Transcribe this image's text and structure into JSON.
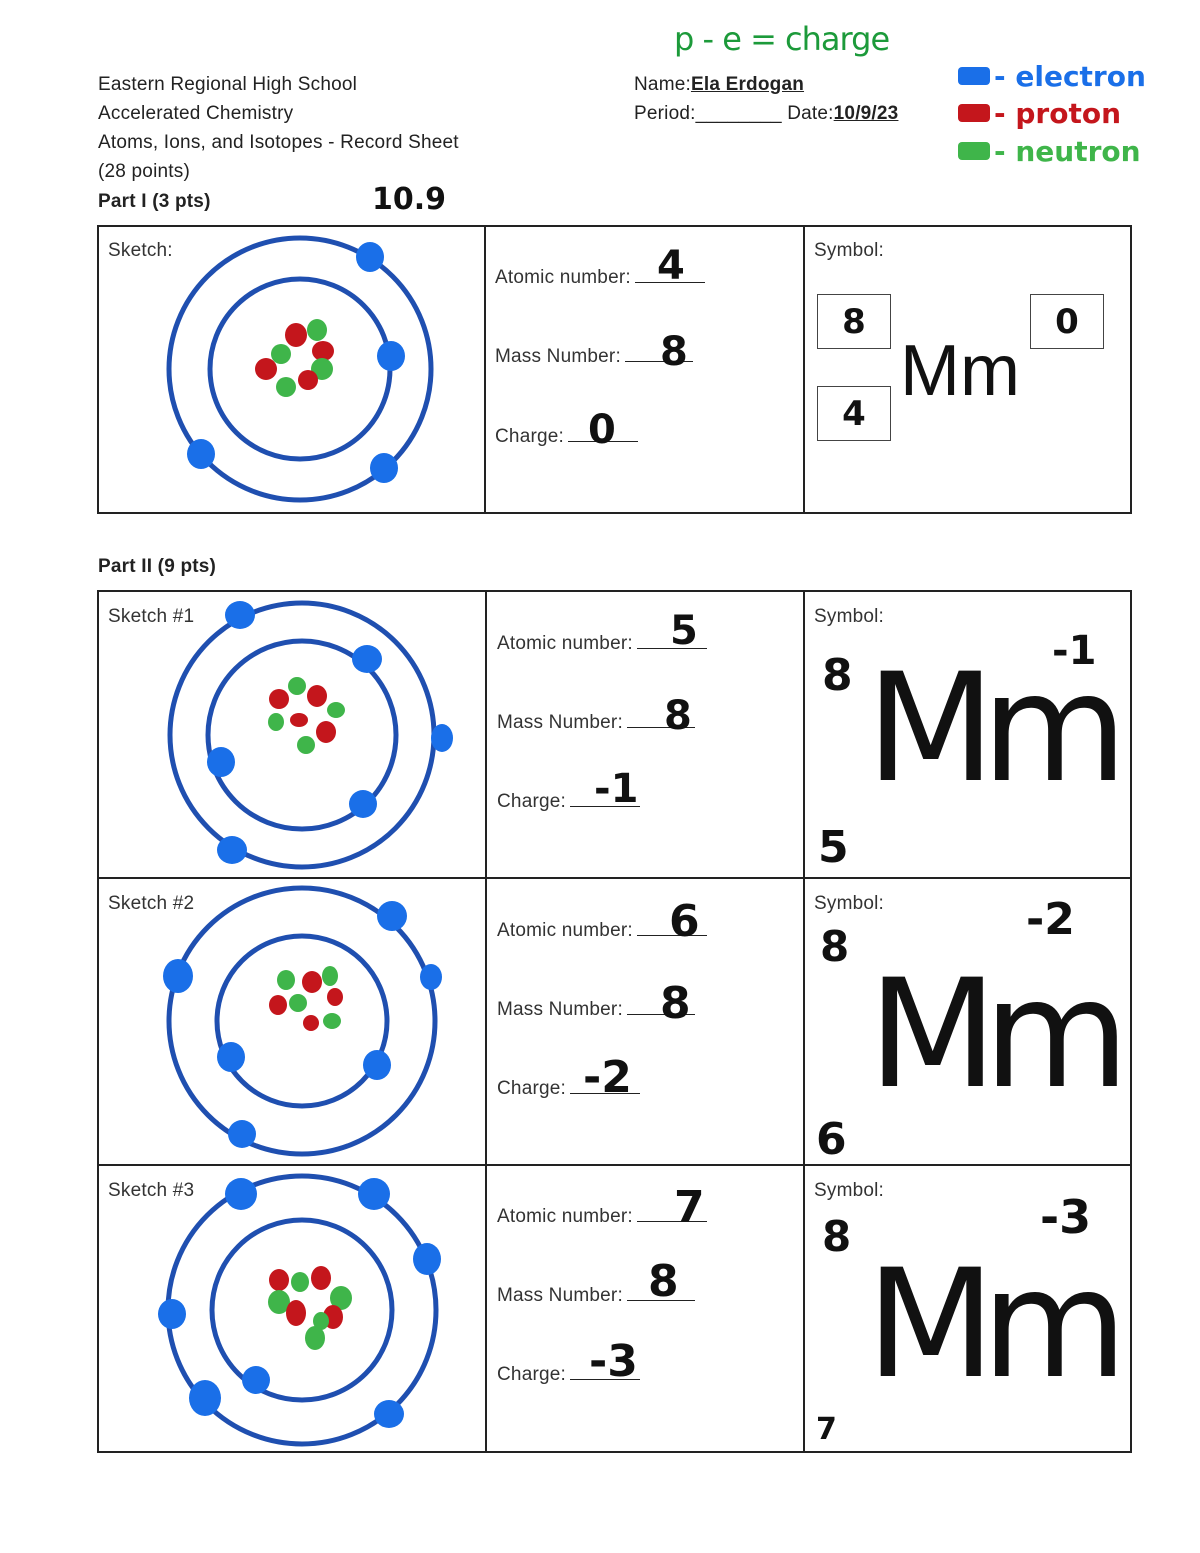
{
  "header": {
    "school": "Eastern Regional High School",
    "course": "Accelerated Chemistry",
    "title": "Atoms, Ions, and Isotopes - Record Sheet",
    "points": "(28 points)",
    "name_label": "Name:",
    "name_value": "Ela Erdogan",
    "period_label": "Period:________",
    "date_label": "Date:",
    "date_value": "10/9/23",
    "score_note": "10.9",
    "formula_note": "p - e = charge"
  },
  "legend": [
    {
      "label": "- electron",
      "color": "#1a6fe8"
    },
    {
      "label": "- proton",
      "color": "#c4161c"
    },
    {
      "label": "- neutron",
      "color": "#3fb54a"
    }
  ],
  "part1": {
    "title": "Part I (3 pts)",
    "sketch_label": "Sketch:",
    "atomic_label": "Atomic number:",
    "atomic_value": "4",
    "mass_label": "Mass Number:",
    "mass_value": "8",
    "charge_label": "Charge:",
    "charge_value": "0",
    "symbol_label": "Symbol:",
    "symbol_mass": "8",
    "symbol_atomic": "4",
    "symbol_charge": "0",
    "symbol_text": "Mm"
  },
  "part2": {
    "title": "Part II (9 pts)",
    "rows": [
      {
        "sketch_label": "Sketch #1",
        "atomic_label": "Atomic number:",
        "atomic_value": "5",
        "mass_label": "Mass Number:",
        "mass_value": "8",
        "charge_label": "Charge:",
        "charge_value": "-1",
        "symbol_label": "Symbol:",
        "symbol_mass": "8",
        "symbol_atomic": "5",
        "symbol_charge": "-1",
        "symbol_text": "Mm"
      },
      {
        "sketch_label": "Sketch #2",
        "atomic_label": "Atomic number:",
        "atomic_value": "6",
        "mass_label": "Mass Number:",
        "mass_value": "8",
        "charge_label": "Charge:",
        "charge_value": "-2",
        "symbol_label": "Symbol:",
        "symbol_mass": "8",
        "symbol_atomic": "6",
        "symbol_charge": "-2",
        "symbol_text": "Mm"
      },
      {
        "sketch_label": "Sketch #3",
        "atomic_label": "Atomic number:",
        "atomic_value": "7",
        "mass_label": "Mass Number:",
        "mass_value": "8",
        "charge_label": "Charge:",
        "charge_value": "-3",
        "symbol_label": "Symbol:",
        "symbol_mass": "8",
        "symbol_atomic": "7",
        "symbol_charge": "-3",
        "symbol_text": "Mm"
      }
    ]
  },
  "colors": {
    "electron": "#1a6fe8",
    "proton": "#c4161c",
    "neutron": "#3fb54a",
    "orbit": "#1f4fb0",
    "ink": "#111111",
    "formula": "#1c9a3a"
  }
}
